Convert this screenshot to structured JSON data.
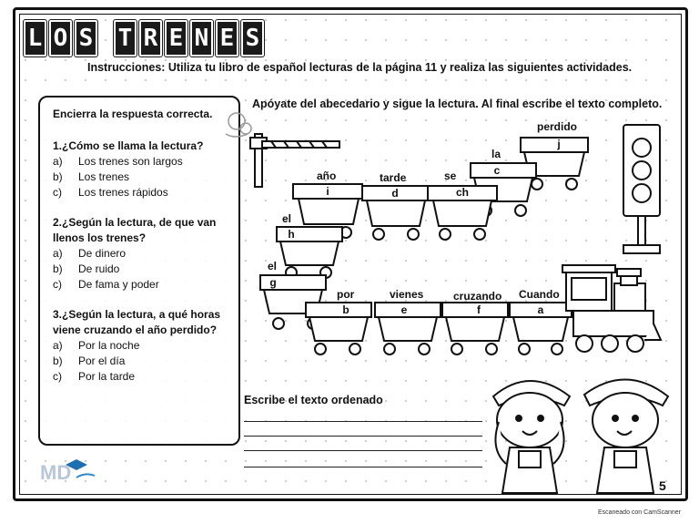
{
  "title_letters": [
    "L",
    "O",
    "S",
    " ",
    "T",
    "R",
    "E",
    "N",
    "E",
    "S"
  ],
  "instructions": "Instrucciones: Utiliza tu libro de español lecturas de la página 11 y realiza las siguientes actividades.",
  "questions": {
    "heading": "Encierra la respuesta correcta.",
    "items": [
      {
        "text": "1.¿Cómo se llama la lectura?",
        "options": [
          {
            "letter": "a)",
            "text": "Los trenes son largos"
          },
          {
            "letter": "b)",
            "text": "Los trenes"
          },
          {
            "letter": "c)",
            "text": "Los trenes rápidos"
          }
        ]
      },
      {
        "text": "2.¿Según la lectura, de que van llenos los trenes?",
        "options": [
          {
            "letter": "a)",
            "text": "De dinero"
          },
          {
            "letter": "b)",
            "text": "De ruido"
          },
          {
            "letter": "c)",
            "text": "De fama y poder"
          }
        ]
      },
      {
        "text": "3.¿Según la lectura, a qué horas viene cruzando el año perdido?",
        "options": [
          {
            "letter": "a)",
            "text": "Por la noche"
          },
          {
            "letter": "b)",
            "text": "Por el día"
          },
          {
            "letter": "c)",
            "text": "Por la tarde"
          }
        ]
      }
    ]
  },
  "support_text": "Apóyate del abecedario  y sigue la lectura. Al final escribe el texto completo.",
  "wagons": [
    {
      "word": "perdido",
      "letter": "j"
    },
    {
      "word": "la",
      "letter": "c"
    },
    {
      "word": "año",
      "letter": "i"
    },
    {
      "word": "tarde",
      "letter": "d"
    },
    {
      "word": "se",
      "letter": "ch"
    },
    {
      "word": "el",
      "letter": "h"
    },
    {
      "word": "el",
      "letter": "g"
    },
    {
      "word": "por",
      "letter": "b"
    },
    {
      "word": "vienes",
      "letter": "e"
    },
    {
      "word": "cruzando",
      "letter": "f"
    },
    {
      "word": "Cuando",
      "letter": "a"
    }
  ],
  "write_title": "Escribe el texto ordenado",
  "page_number": "5",
  "scanner_text": "Escaneado con CamScanner"
}
